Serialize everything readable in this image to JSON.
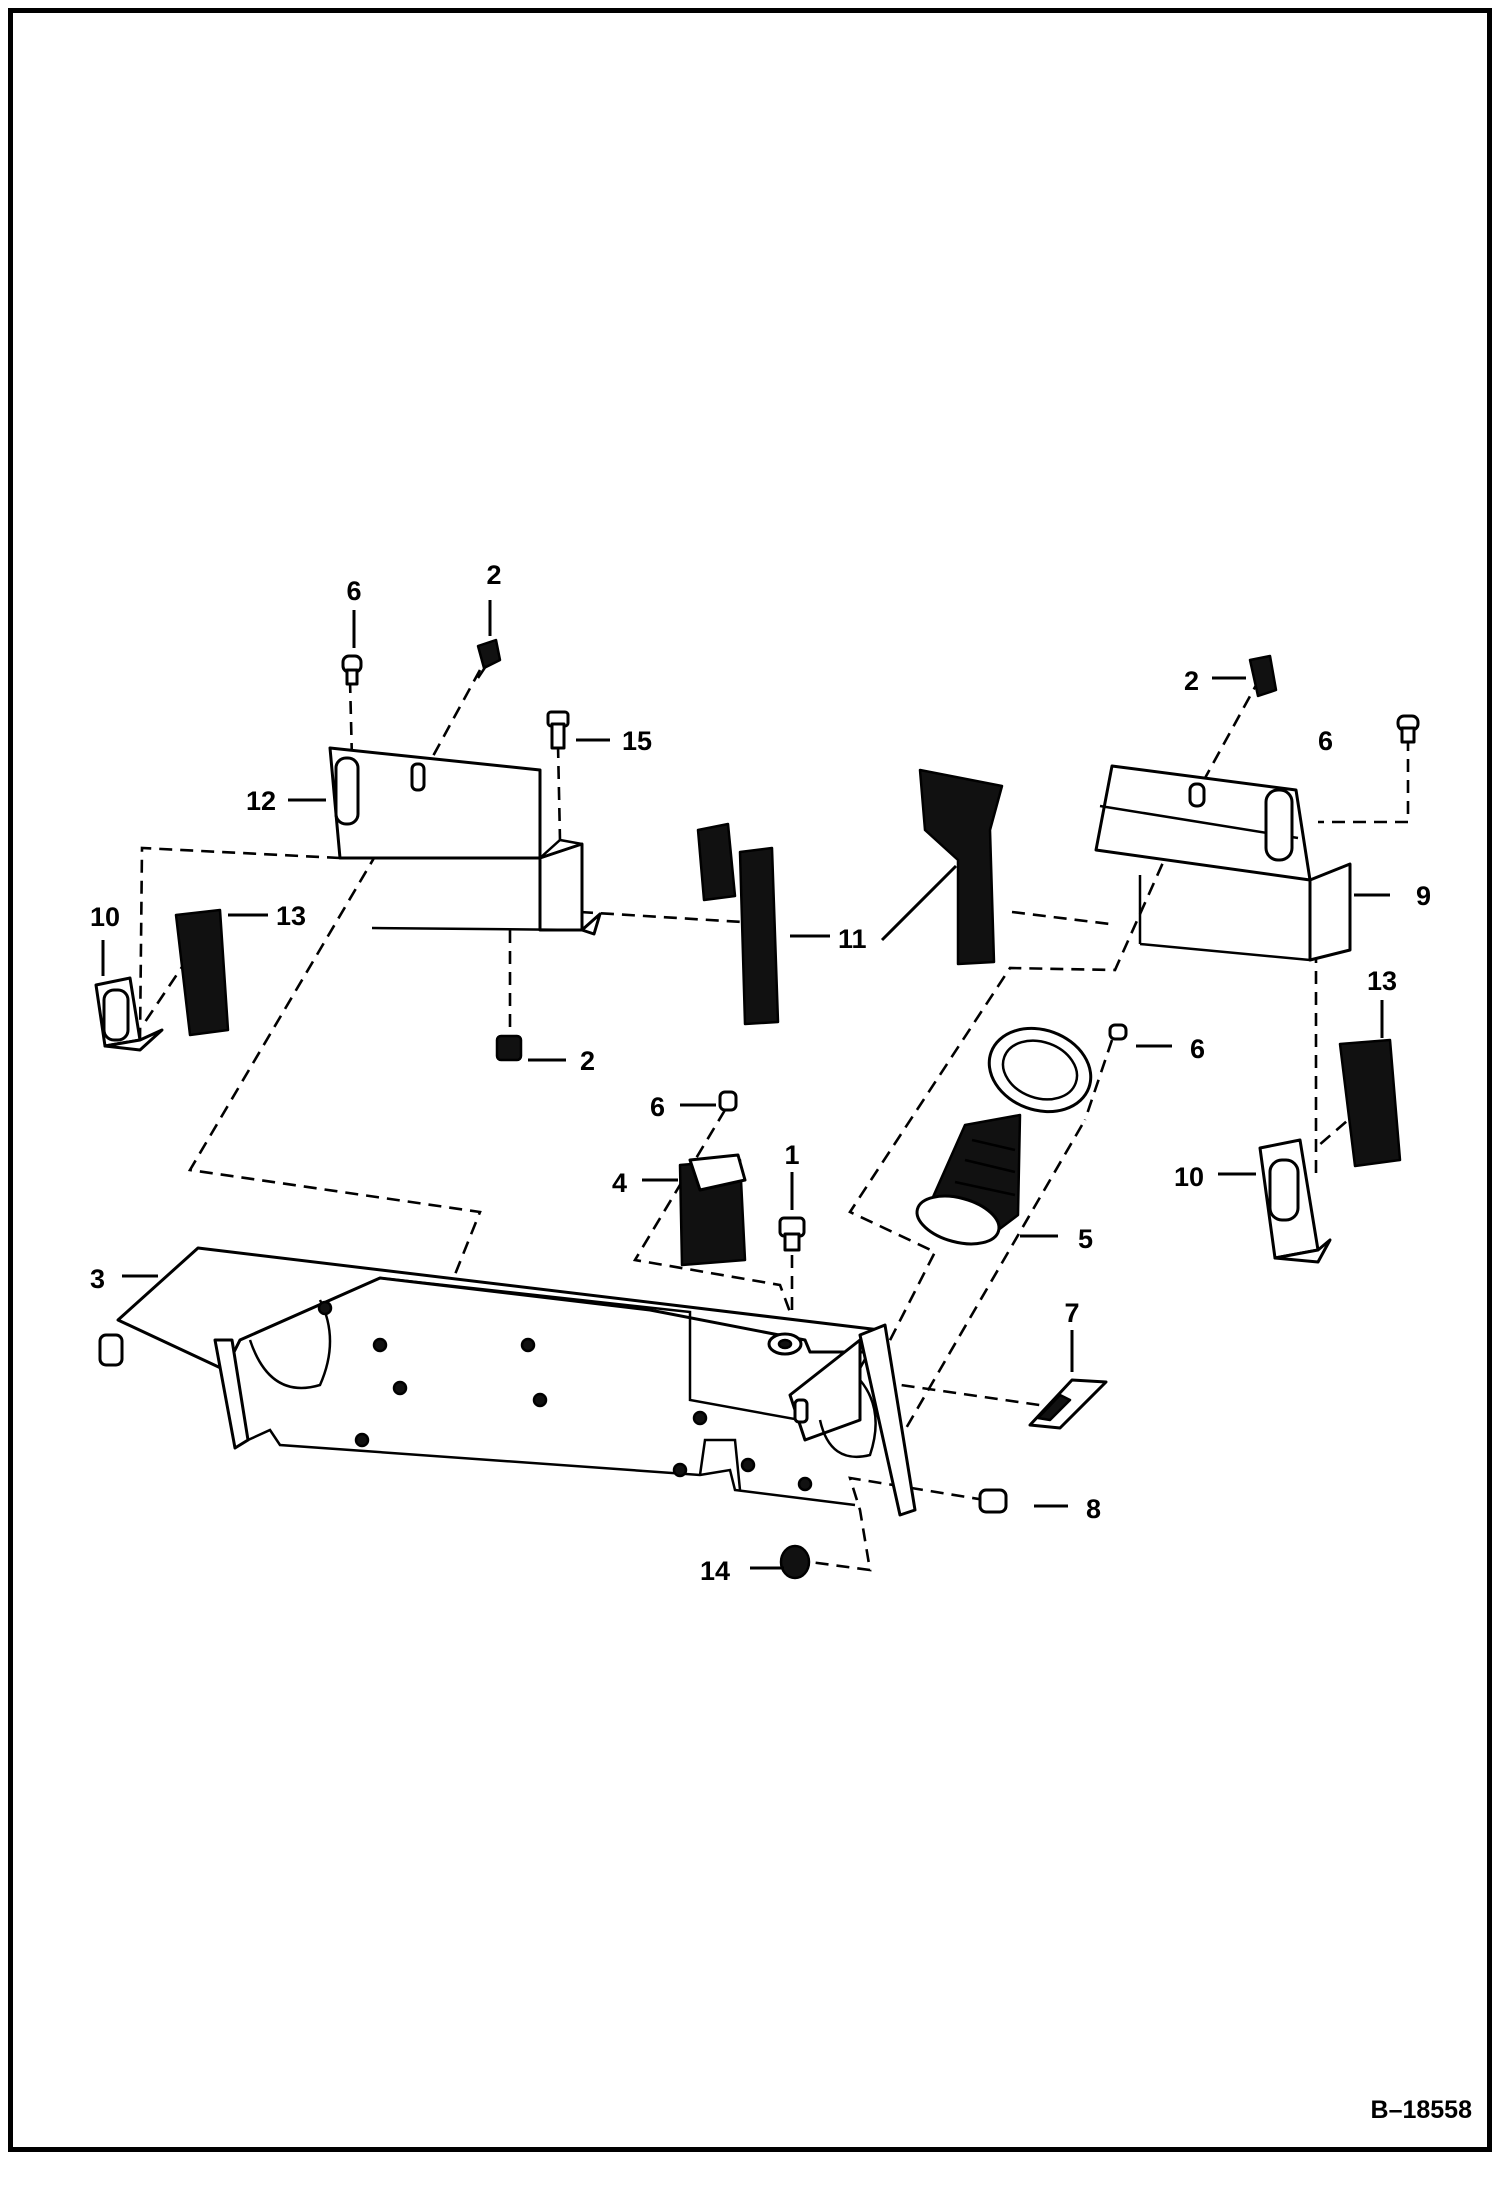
{
  "figure": {
    "id_label": "B–18558"
  },
  "callouts": [
    {
      "key": "c6a",
      "text": "6"
    },
    {
      "key": "c2a",
      "text": "2"
    },
    {
      "key": "c15",
      "text": "15"
    },
    {
      "key": "c12",
      "text": "12"
    },
    {
      "key": "c10a",
      "text": "10"
    },
    {
      "key": "c13a",
      "text": "13"
    },
    {
      "key": "c2b",
      "text": "2"
    },
    {
      "key": "c11",
      "text": "11"
    },
    {
      "key": "c2c",
      "text": "2"
    },
    {
      "key": "c6b",
      "text": "6"
    },
    {
      "key": "c9",
      "text": "9"
    },
    {
      "key": "c13b",
      "text": "13"
    },
    {
      "key": "c10b",
      "text": "10"
    },
    {
      "key": "c6c",
      "text": "6"
    },
    {
      "key": "c6d",
      "text": "6"
    },
    {
      "key": "c4",
      "text": "4"
    },
    {
      "key": "c1",
      "text": "1"
    },
    {
      "key": "c5",
      "text": "5"
    },
    {
      "key": "c3",
      "text": "3"
    },
    {
      "key": "c7",
      "text": "7"
    },
    {
      "key": "c8",
      "text": "8"
    },
    {
      "key": "c14",
      "text": "14"
    }
  ],
  "colors": {
    "ink": "#000000",
    "paper": "#ffffff"
  }
}
